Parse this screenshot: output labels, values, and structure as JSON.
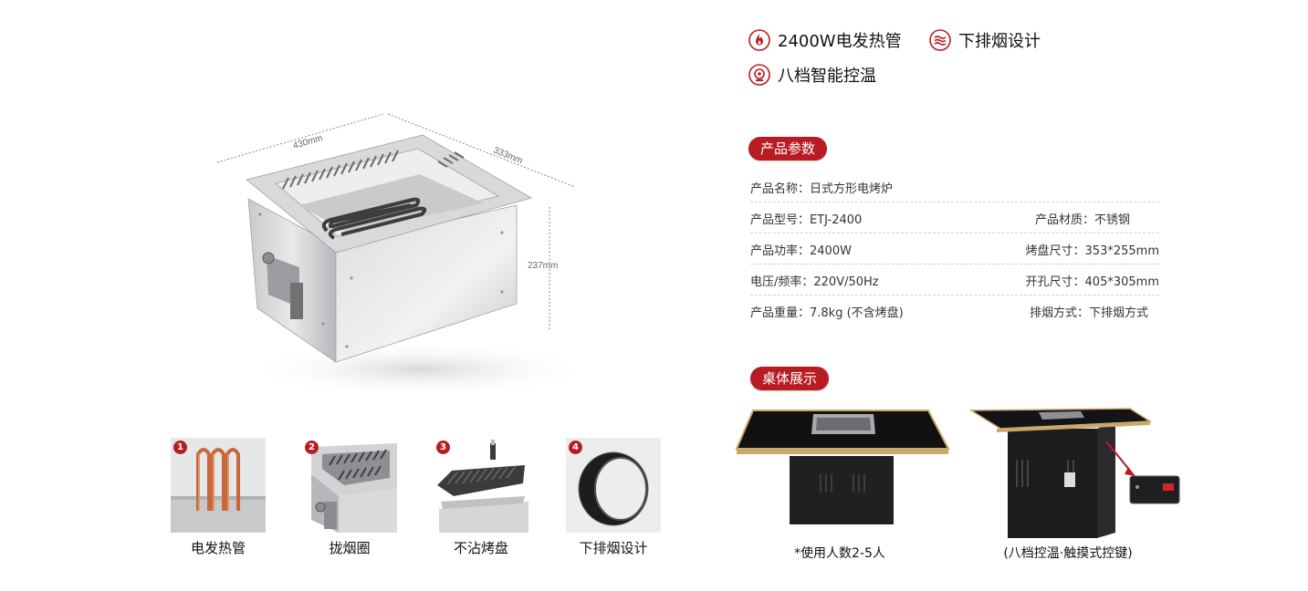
{
  "features": [
    {
      "icon": "flame-icon",
      "label": "2400W电发热管"
    },
    {
      "icon": "smoke-exhaust-icon",
      "label": "下排烟设计"
    },
    {
      "icon": "temperature-control-icon",
      "label": "八档智能控温"
    }
  ],
  "sections": {
    "params_title": "产品参数",
    "display_title": "桌体展示"
  },
  "dimensions": {
    "length": "430mm",
    "width": "333mm",
    "height": "237mm"
  },
  "specs": [
    {
      "left": "产品名称：日式方形电烤炉",
      "right": ""
    },
    {
      "left": "产品型号：ETJ-2400",
      "right": "产品材质：不锈钢"
    },
    {
      "left": "产品功率：2400W",
      "right": "烤盘尺寸：353*255mm"
    },
    {
      "left": "电压/频率：220V/50Hz",
      "right": "开孔尺寸：405*305mm"
    },
    {
      "left": "产品重量：7.8kg (不含烤盘)",
      "right": "排烟方式：下排烟方式"
    }
  ],
  "thumbnails": [
    {
      "num": "1",
      "caption": "电发热管"
    },
    {
      "num": "2",
      "caption": "拢烟圈"
    },
    {
      "num": "3",
      "caption": "不沾烤盘"
    },
    {
      "num": "4",
      "caption": "下排烟设计"
    }
  ],
  "tables": [
    {
      "caption": "*使用人数2-5人"
    },
    {
      "caption": "(八档控温·触摸式控键)"
    }
  ],
  "colors": {
    "accent": "#b81c22",
    "gold_trim": "#c9a86a"
  }
}
